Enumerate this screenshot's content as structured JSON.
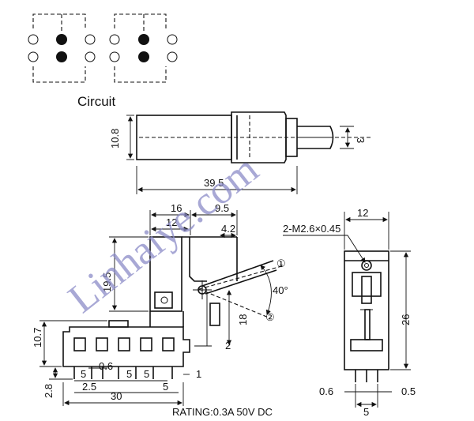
{
  "circuit": {
    "label": "Circuit"
  },
  "side_view": {
    "dims": {
      "height": "10.8",
      "length": "39.5",
      "shaft": "3"
    }
  },
  "front_view": {
    "dims": {
      "d16": "16",
      "d9_5": "9.5",
      "d12": "12",
      "d4_2": "4.2",
      "d19_5": "19.5",
      "d10_7": "10.7",
      "d2_8": "2.8",
      "d18": "18",
      "d2": "2",
      "d1": "1",
      "d0_6": "0.6",
      "d5a": "5",
      "d5b": "5",
      "d5c": "5",
      "d5d": "5",
      "d2_5": "2.5",
      "d30": "30"
    },
    "angle": "40°",
    "position_1": "①",
    "position_2": "②"
  },
  "end_view": {
    "dims": {
      "width": "12",
      "hole": "2-M2.6×0.45",
      "height": "26",
      "d0_6": "0.6",
      "d0_5": "0.5",
      "d5": "5"
    }
  },
  "rating": "RATING:0.3A 50V DC",
  "watermark": "Linhaiye.com"
}
